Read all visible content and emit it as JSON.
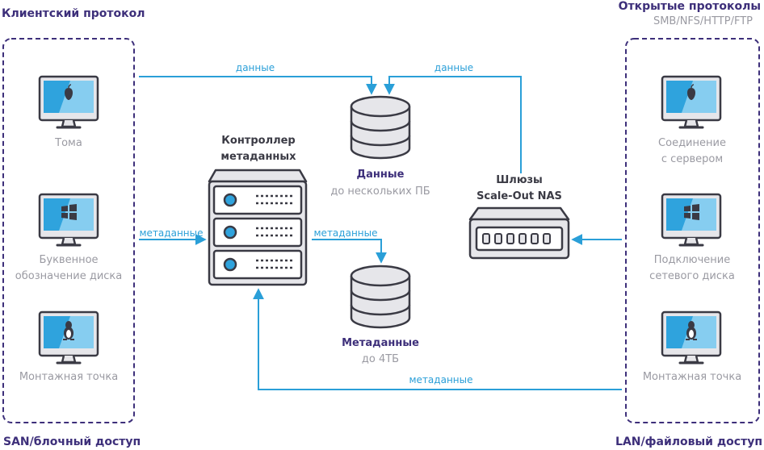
{
  "left_group": {
    "title": "Клиентский протокол",
    "footer": "SAN/блочный доступ",
    "items": [
      {
        "icon": "apple-monitor-icon",
        "label": "Тома"
      },
      {
        "icon": "windows-monitor-icon",
        "label_lines": [
          "Буквенное",
          "обозначение диска"
        ]
      },
      {
        "icon": "linux-monitor-icon",
        "label": "Монтажная точка"
      }
    ]
  },
  "right_group": {
    "title": "Открытые протоколы",
    "subtitle": "SMB/NFS/HTTP/FTP",
    "footer": "LAN/файловый доступ",
    "items": [
      {
        "icon": "apple-monitor-icon",
        "label_lines": [
          "Соединение",
          "с сервером"
        ]
      },
      {
        "icon": "windows-monitor-icon",
        "label_lines": [
          "Подключение",
          "сетевого диска"
        ]
      },
      {
        "icon": "linux-monitor-icon",
        "label": "Монтажная точка"
      }
    ]
  },
  "controller": {
    "title_lines": [
      "Контроллер",
      "метаданных"
    ],
    "icon": "server-rack-icon"
  },
  "gateway": {
    "title_lines": [
      "Шлюзы",
      "Scale-Out NAS"
    ],
    "icon": "nas-gateway-icon"
  },
  "data_store": {
    "title": "Данные",
    "subtitle": "до нескольких ПБ",
    "icon": "database-icon"
  },
  "metadata_store": {
    "title": "Метаданные",
    "subtitle": "до 4ТБ",
    "icon": "database-icon"
  },
  "flows": {
    "data_left": "данные",
    "data_right": "данные",
    "meta_left": "метаданные",
    "meta_center": "метаданные",
    "meta_bottom": "метаданные"
  },
  "colors": {
    "arrow": "#2a9fd8",
    "group_border": "#3d2f7a",
    "icon_stroke": "#3a3a44",
    "icon_fill": "#e6e6ea",
    "screen_light": "#86cdf0",
    "screen_dark": "#2fa3dd",
    "header": "#3d2f7a"
  }
}
